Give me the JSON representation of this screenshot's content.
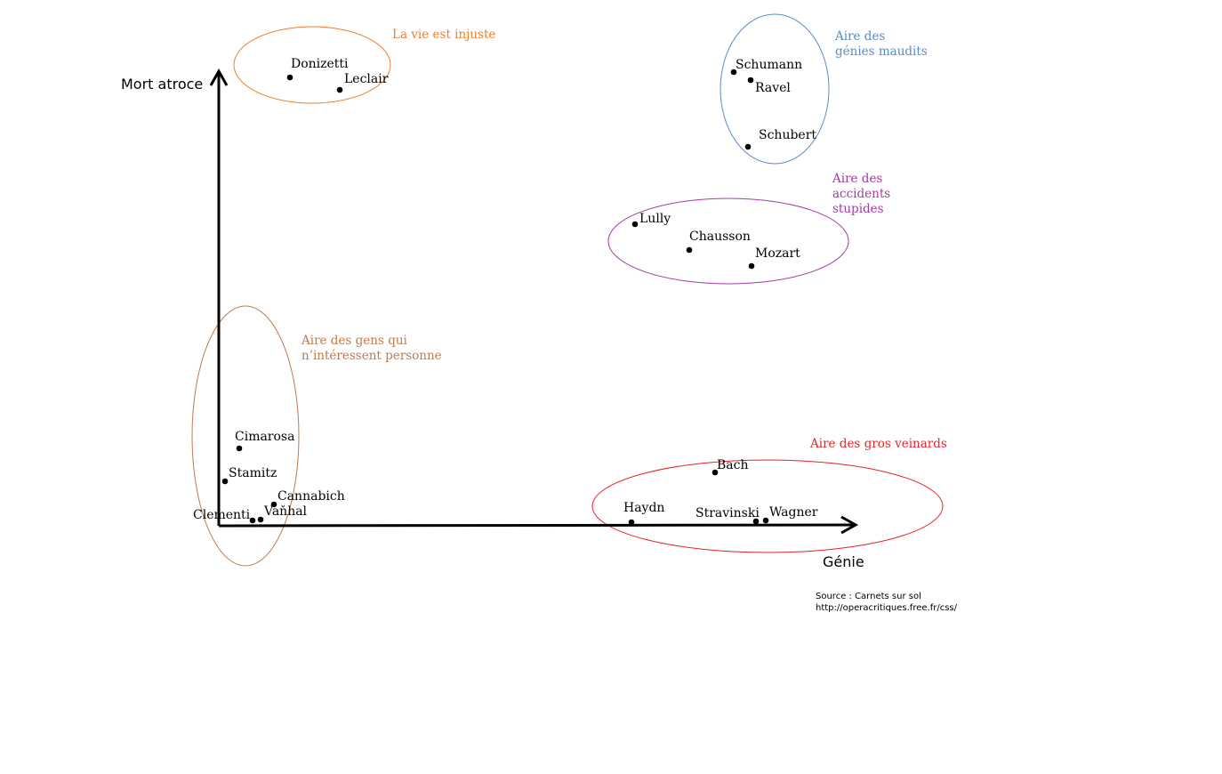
{
  "chart_data": {
    "type": "scatter",
    "xlabel": "Génie",
    "ylabel": "Mort atroce",
    "grid": false,
    "points": [
      {
        "label": "Donizetti",
        "group": "injuste"
      },
      {
        "label": "Leclair",
        "group": "injuste"
      },
      {
        "label": "Schumann",
        "group": "maudits"
      },
      {
        "label": "Ravel",
        "group": "maudits"
      },
      {
        "label": "Schubert",
        "group": "maudits"
      },
      {
        "label": "Lully",
        "group": "accidents"
      },
      {
        "label": "Chausson",
        "group": "accidents"
      },
      {
        "label": "Mozart",
        "group": "accidents"
      },
      {
        "label": "Cimarosa",
        "group": "personne"
      },
      {
        "label": "Stamitz",
        "group": "personne"
      },
      {
        "label": "Cannabich",
        "group": "personne"
      },
      {
        "label": "Vaňhal",
        "group": "personne"
      },
      {
        "label": "Clementi",
        "group": "personne"
      },
      {
        "label": "Bach",
        "group": "veinards"
      },
      {
        "label": "Haydn",
        "group": "veinards"
      },
      {
        "label": "Stravinski",
        "group": "veinards"
      },
      {
        "label": "Wagner",
        "group": "veinards"
      }
    ],
    "groups": [
      {
        "id": "injuste",
        "lines": [
          "La vie est injuste"
        ],
        "color": "#f07f2e"
      },
      {
        "id": "maudits",
        "lines": [
          "Aire des",
          "génies maudits"
        ],
        "color": "#5b8bc4"
      },
      {
        "id": "accidents",
        "lines": [
          "Aire des",
          "accidents",
          "stupides"
        ],
        "color": "#a43ba4"
      },
      {
        "id": "personne",
        "lines": [
          "Aire des gens qui",
          "n’intéressent personne"
        ],
        "color": "#c07a4e"
      },
      {
        "id": "veinards",
        "lines": [
          "Aire des gros veinards"
        ],
        "color": "#e8232a"
      }
    ],
    "source": [
      "Source : Carnets sur sol",
      "http://operacritiques.free.fr/css/"
    ]
  }
}
